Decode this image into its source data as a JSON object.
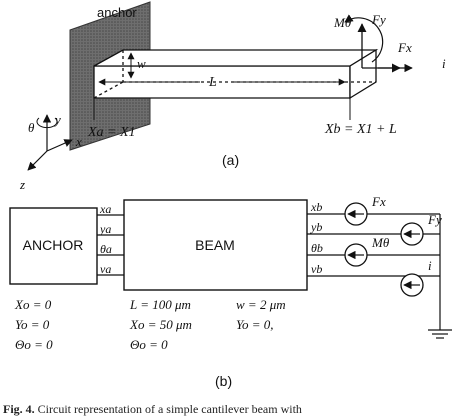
{
  "part_a": {
    "anchor_label": "anchor",
    "moment_label": "Mθ",
    "force_y_label": "Fy",
    "force_x_label": "Fx",
    "current_label": "i",
    "width_label": "w",
    "length_label": "L",
    "axis_y": "y",
    "axis_theta": "θ",
    "axis_x": "x",
    "axis_z": "z",
    "xa_label": "Xa = X1",
    "xb_label": "Xb = X1 + L",
    "panel_label": "(a)"
  },
  "part_b": {
    "anchor_block": "ANCHOR",
    "beam_block": "BEAM",
    "ports_left": [
      "xa",
      "ya",
      "θa",
      "va"
    ],
    "ports_right": [
      "xb",
      "yb",
      "θb",
      "vb"
    ],
    "sources": [
      "Fx",
      "Fy",
      "Mθ",
      "i"
    ],
    "anchor_params": [
      "Xo = 0",
      "Yo = 0",
      "Θo = 0"
    ],
    "beam_params": [
      "L = 100 μm",
      "w = 2 μm",
      "Xo = 50 μm",
      "Yo = 0,",
      "Θo = 0"
    ],
    "panel_label": "(b)"
  },
  "caption": {
    "label": "Fig. 4.",
    "text": "Circuit representation of a simple cantilever beam with"
  }
}
